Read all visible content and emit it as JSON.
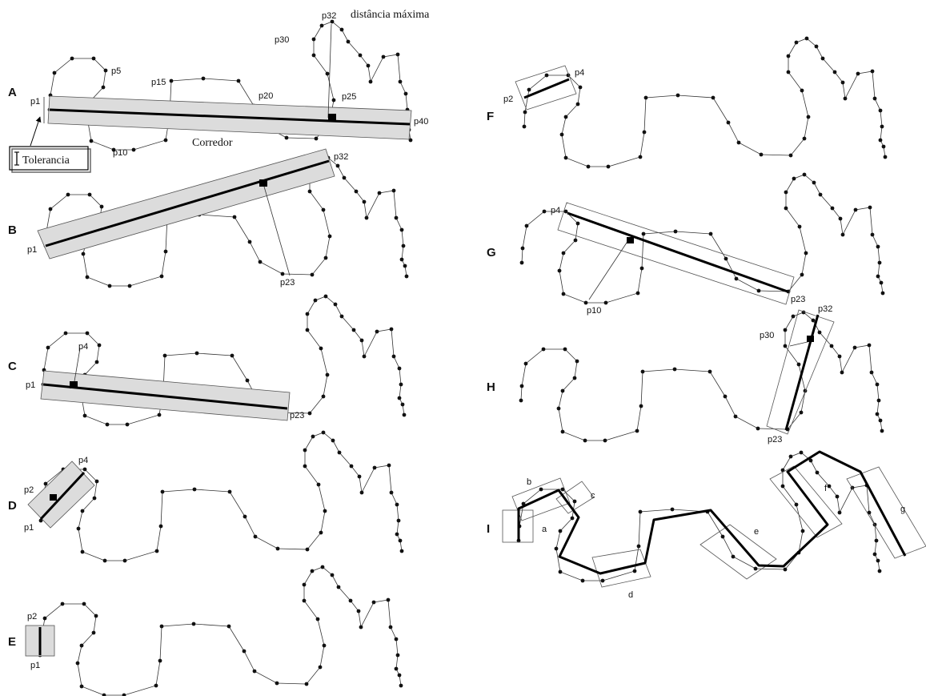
{
  "panels": [
    {
      "id": "A",
      "label": "A",
      "points": [
        "p1",
        "p5",
        "p10",
        "p15",
        "p20",
        "p25",
        "p30",
        "p32",
        "p40"
      ],
      "corridor_text": "Corredor",
      "max_distance_text": "distância máxima",
      "tolerance_text": "Tolerancia"
    },
    {
      "id": "B",
      "label": "B",
      "points": [
        "p1",
        "p23",
        "p32"
      ]
    },
    {
      "id": "C",
      "label": "C",
      "points": [
        "p1",
        "p4",
        "p23"
      ]
    },
    {
      "id": "D",
      "label": "D",
      "points": [
        "p1",
        "p2",
        "p4"
      ]
    },
    {
      "id": "E",
      "label": "E",
      "points": [
        "p1",
        "p2"
      ]
    },
    {
      "id": "F",
      "label": "F",
      "points": [
        "p2",
        "p4"
      ]
    },
    {
      "id": "G",
      "label": "G",
      "points": [
        "p4",
        "p10",
        "p23"
      ]
    },
    {
      "id": "H",
      "label": "H",
      "points": [
        "p23",
        "p30",
        "p32"
      ]
    },
    {
      "id": "I",
      "label": "I",
      "segments": [
        "a",
        "b",
        "c",
        "d",
        "e",
        "f",
        "g"
      ]
    }
  ]
}
